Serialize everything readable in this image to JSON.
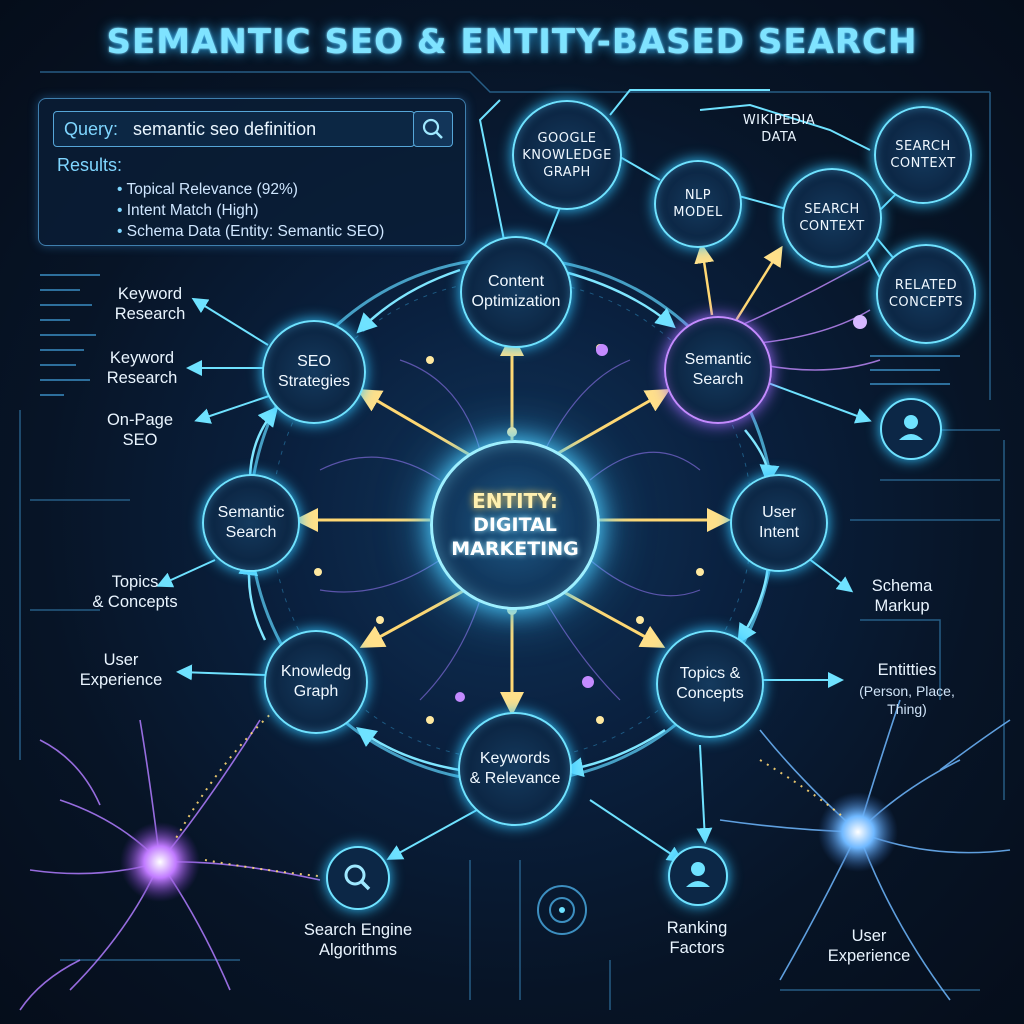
{
  "title": "SEMANTIC SEO & ENTITY-BASED SEARCH",
  "query_panel": {
    "prefix": "Query:",
    "query": "semantic seo definition",
    "results_label": "Results:",
    "results": [
      "Topical Relevance (92%)",
      "Intent Match (High)",
      "Schema Data (Entity: Semantic SEO)"
    ]
  },
  "core": {
    "line1": "ENTITY:",
    "line2": "DIGITAL",
    "line3": "MARKETING"
  },
  "nodes": {
    "content_optimization": [
      "Content",
      "Optimization"
    ],
    "seo_strategies": [
      "SEO",
      "Strategies"
    ],
    "semantic_search_right": [
      "Semantic",
      "Search"
    ],
    "semantic_search_left": [
      "Semantic",
      "Search"
    ],
    "user_intent": [
      "User",
      "Intent"
    ],
    "knowledge_graph": [
      "Knowledg",
      "Graph"
    ],
    "topics_concepts": [
      "Topics &",
      "Concepts"
    ],
    "keywords_relevance": [
      "Keywords",
      "& Relevance"
    ],
    "google_kg": [
      "GOOGLE",
      "KNOWLEDGE",
      "GRAPH"
    ],
    "nlp_model": [
      "NLP",
      "MODEL"
    ],
    "search_context_mid": [
      "SEARCH",
      "CONTEXT"
    ],
    "search_context_top": [
      "SEARCH",
      "CONTEXT"
    ],
    "related_concepts": [
      "RELATED",
      "CONCEPTS"
    ]
  },
  "labels": {
    "wikipedia": [
      "WIKIPEDIA",
      "DATA"
    ],
    "keyword_research_1": [
      "Keyword",
      "Research"
    ],
    "keyword_research_2": [
      "Keyword",
      "Research"
    ],
    "on_page_seo": [
      "On-Page",
      "SEO"
    ],
    "topics_concepts_left": [
      "Topics",
      "& Concepts"
    ],
    "user_experience_left": [
      "User",
      "Experience"
    ],
    "schema_markup": [
      "Schema",
      "Markup"
    ],
    "entities": [
      "Entitties"
    ],
    "entities_sub": [
      "(Person, Place,",
      "Thing)"
    ],
    "search_engine_algorithms": [
      "Search Engine",
      "Algorithms"
    ],
    "ranking_factors": [
      "Ranking",
      "Factors"
    ],
    "user_experience_right": [
      "User",
      "Experience"
    ]
  },
  "icons": [
    "search-icon",
    "user-icon",
    "neuron-icon",
    "target-icon"
  ],
  "colors": {
    "accent": "#6fe2ff",
    "title": "#7fe3ff",
    "arrow_gold": "#ffd873",
    "violet": "#c48bff",
    "background": "#071426"
  }
}
